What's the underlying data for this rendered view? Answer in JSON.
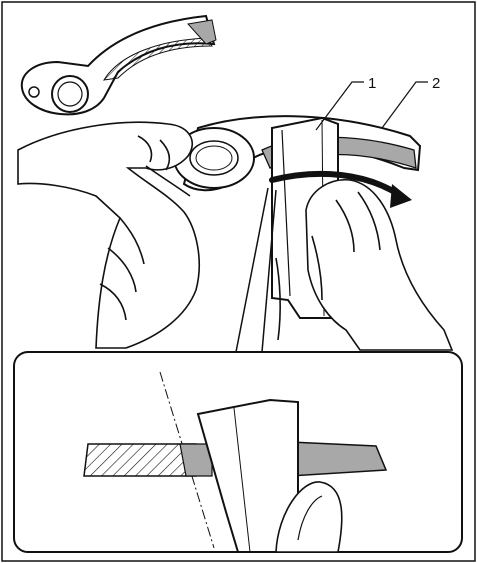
{
  "diagram": {
    "callouts": [
      {
        "id": "1",
        "label": "1"
      },
      {
        "id": "2",
        "label": "2"
      }
    ],
    "colors": {
      "line": "#111111",
      "edge_gray": "#a8a8a8",
      "fill_white": "#ffffff",
      "arrow": "#111111"
    },
    "icons": [
      "blade-thumbnail-icon",
      "file-tool-icon",
      "hand-illustration",
      "rotation-arrow-icon",
      "detail-inset"
    ]
  }
}
